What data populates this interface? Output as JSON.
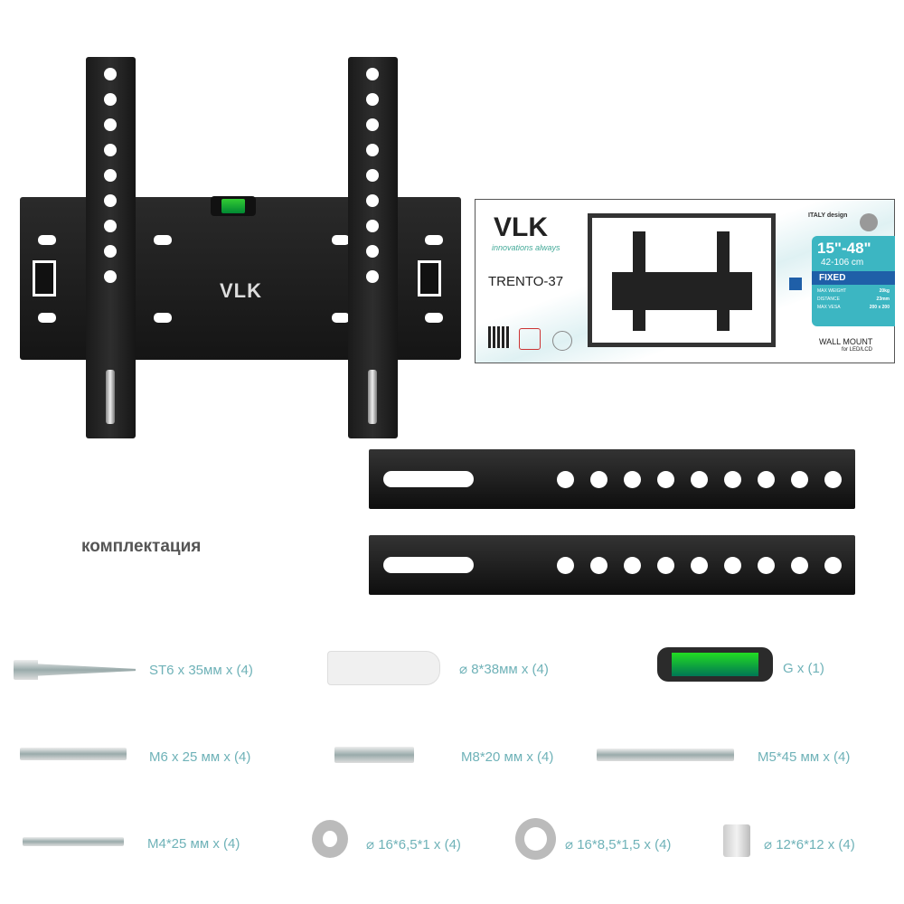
{
  "product": {
    "brand_logo": "VLK",
    "kit_heading": "комплектация"
  },
  "box": {
    "brand": "VLK",
    "tagline": "innovations always",
    "model": "TRENTO-37",
    "origin_badge": "ITALY design",
    "size_inches": "15\"-48\"",
    "size_cm": "42-106 cm",
    "type": "FIXED",
    "specs": [
      {
        "label": "MAX WEIGHT",
        "value": "20kg"
      },
      {
        "label": "DISTANCE",
        "value": "23mm"
      },
      {
        "label": "MAX VESA",
        "value": "200 x 200"
      }
    ],
    "footer_title": "WALL MOUNT",
    "footer_sub": "for LED/LCD",
    "accent_color": "#3cb6c2"
  },
  "parts": [
    {
      "label": "ST6 x 35мм x (4)"
    },
    {
      "label": "⌀ 8*38мм x (4)"
    },
    {
      "label": "G x (1)"
    },
    {
      "label": "M6 x 25 мм x (4)"
    },
    {
      "label": "M8*20 мм x (4)"
    },
    {
      "label": "M5*45 мм x (4)"
    },
    {
      "label": "M4*25 мм x (4)"
    },
    {
      "label": "⌀ 16*6,5*1 x (4)"
    },
    {
      "label": "⌀ 16*8,5*1,5 x (4)"
    },
    {
      "label": "⌀ 12*6*12 x (4)"
    }
  ]
}
